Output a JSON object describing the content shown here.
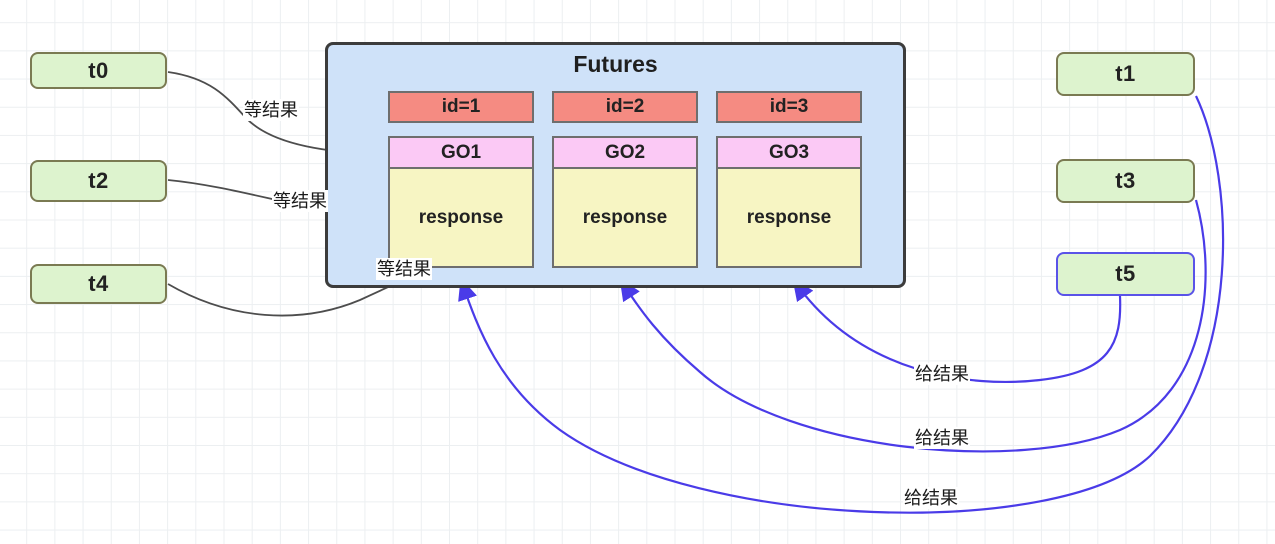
{
  "diagram": {
    "title": "Futures",
    "container": {
      "label": "Futures",
      "fill": "#cfe2f9",
      "border": "#3c3c3c"
    },
    "futures": [
      {
        "id_label": "id=1",
        "go_label": "GO1",
        "response_label": "response"
      },
      {
        "id_label": "id=2",
        "go_label": "GO2",
        "response_label": "response"
      },
      {
        "id_label": "id=3",
        "go_label": "GO3",
        "response_label": "response"
      }
    ],
    "left_tasks": [
      {
        "label": "t0"
      },
      {
        "label": "t2"
      },
      {
        "label": "t4"
      }
    ],
    "right_tasks": [
      {
        "label": "t1",
        "selected": false
      },
      {
        "label": "t3",
        "selected": false
      },
      {
        "label": "t5",
        "selected": true
      }
    ],
    "wait_labels": [
      {
        "text": "等结果"
      },
      {
        "text": "等结果"
      },
      {
        "text": "等结果"
      }
    ],
    "give_labels": [
      {
        "text": "给结果"
      },
      {
        "text": "给结果"
      },
      {
        "text": "给结果"
      }
    ],
    "colors": {
      "task_fill": "#ddf3ce",
      "task_border": "#7a7a52",
      "task_border_selected": "#5a53e8",
      "id_fill": "#f58b82",
      "go_fill": "#fbc9f5",
      "response_fill": "#f7f5c3",
      "wait_edge": "#4d4d4d",
      "give_edge": "#5a4ae8",
      "grid_line": "#eceff1"
    }
  }
}
